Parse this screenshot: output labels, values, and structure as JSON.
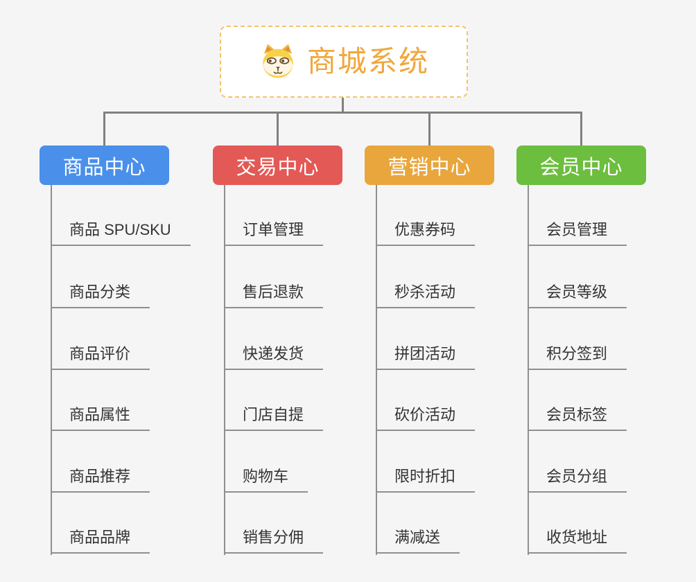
{
  "root": {
    "title": "商城系统",
    "icon": "shiba-dog-icon",
    "border_color": "#f3c469",
    "title_color": "#f0a73c"
  },
  "branches": [
    {
      "label": "商品中心",
      "color": "#4a8fe9",
      "items": [
        "商品 SPU/SKU",
        "商品分类",
        "商品评价",
        "商品属性",
        "商品推荐",
        "商品品牌"
      ]
    },
    {
      "label": "交易中心",
      "color": "#e35955",
      "items": [
        "订单管理",
        "售后退款",
        "快递发货",
        "门店自提",
        "购物车",
        "销售分佣"
      ]
    },
    {
      "label": "营销中心",
      "color": "#e9a63d",
      "items": [
        "优惠券码",
        "秒杀活动",
        "拼团活动",
        "砍价活动",
        "限时折扣",
        "满减送"
      ]
    },
    {
      "label": "会员中心",
      "color": "#6cbe3e",
      "items": [
        "会员管理",
        "会员等级",
        "积分签到",
        "会员标签",
        "会员分组",
        "收货地址"
      ]
    }
  ],
  "colors": {
    "background": "#f5f5f6",
    "connector": "#808080",
    "underline": "#8f8f8f",
    "leaf_text": "#333333"
  }
}
